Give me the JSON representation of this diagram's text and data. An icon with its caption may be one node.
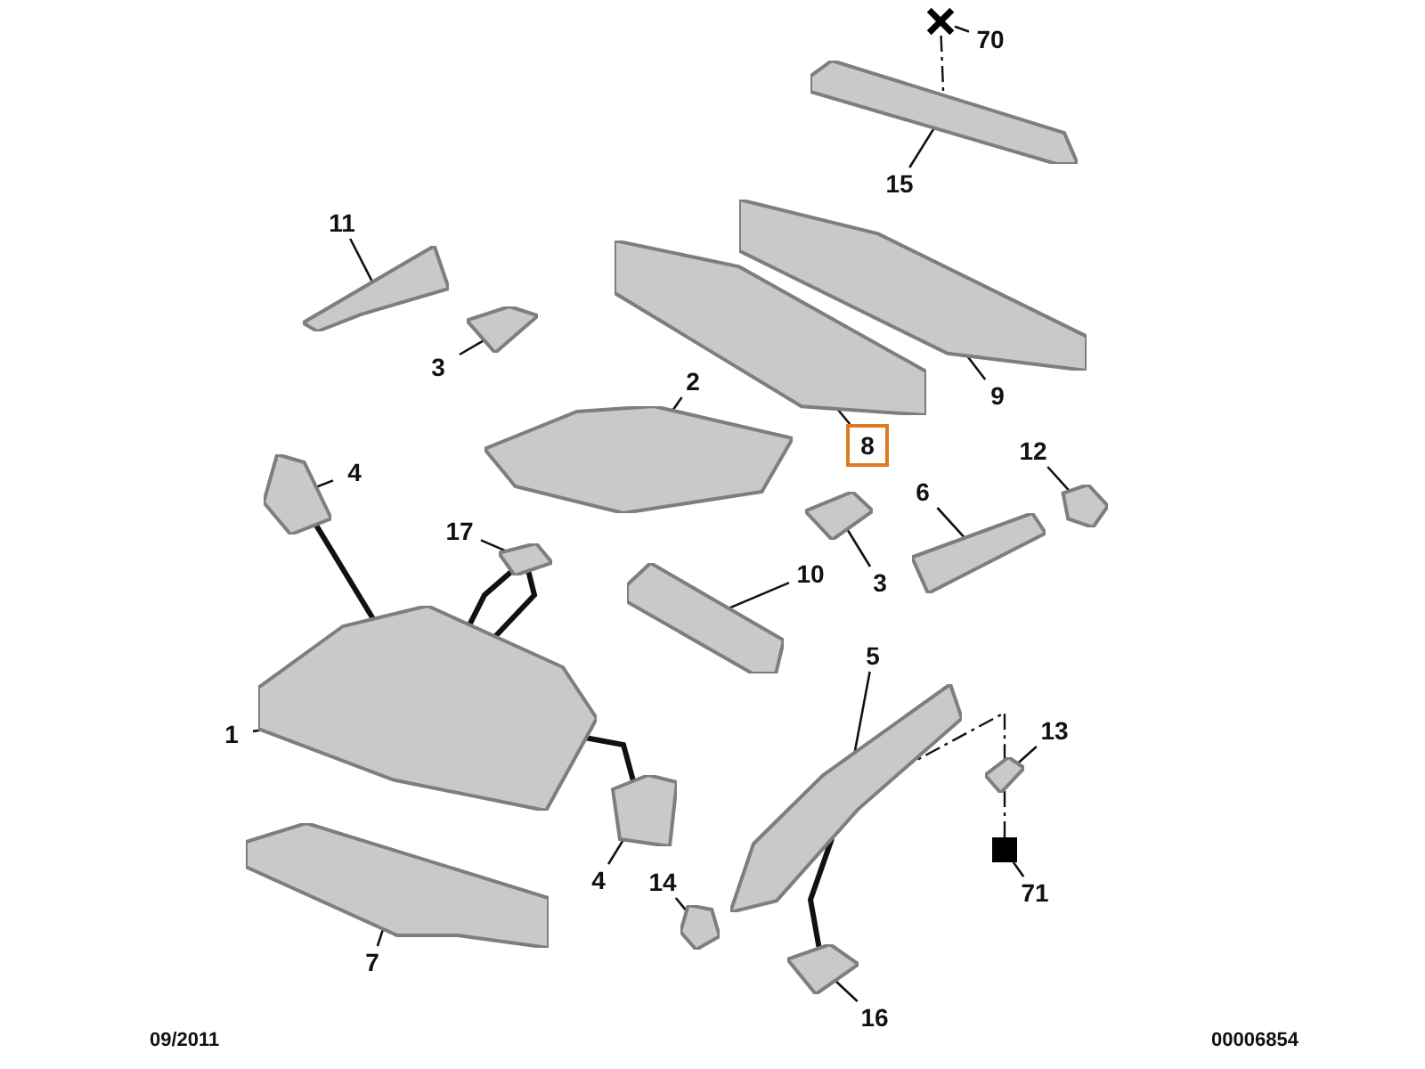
{
  "diagram": {
    "nodes": [
      {
        "text": [
          "70"
        ]
      },
      {
        "text": [],
        "shape": "cross"
      },
      {
        "text": [],
        "shape": "picture"
      },
      {
        "text": [
          "15"
        ]
      },
      {
        "text": [],
        "shape": "picture"
      },
      {
        "text": [
          "9"
        ]
      },
      {
        "text": [],
        "shape": "picture"
      },
      {
        "text": [
          "8"
        ]
      },
      {
        "text": [
          "11"
        ]
      },
      {
        "text": [],
        "shape": "picture"
      },
      {
        "text": [
          "3"
        ]
      },
      {
        "text": [],
        "shape": "picture"
      },
      {
        "text": [
          "2"
        ]
      },
      {
        "text": [],
        "shape": "picture"
      },
      {
        "text": [
          "12"
        ]
      },
      {
        "text": [],
        "shape": "picture"
      },
      {
        "text": [
          "4"
        ]
      },
      {
        "text": [],
        "shape": "picture"
      },
      {
        "text": [
          "17"
        ]
      },
      {
        "text": [],
        "shape": "picture"
      },
      {
        "text": [
          "6"
        ]
      },
      {
        "text": [],
        "shape": "picture"
      },
      {
        "text": [
          "3"
        ]
      },
      {
        "text": [],
        "shape": "picture"
      },
      {
        "text": [
          "10"
        ]
      },
      {
        "text": [],
        "shape": "picture"
      },
      {
        "text": [
          "5"
        ]
      },
      {
        "text": [],
        "shape": "picture"
      },
      {
        "text": [
          "1"
        ]
      },
      {
        "text": [],
        "shape": "picture"
      },
      {
        "text": [
          "13"
        ]
      },
      {
        "text": [],
        "shape": "picture"
      },
      {
        "text": [
          "4"
        ]
      },
      {
        "text": [],
        "shape": "picture"
      },
      {
        "text": [
          "7"
        ]
      },
      {
        "text": [],
        "shape": "picture"
      },
      {
        "text": [
          "14"
        ]
      },
      {
        "text": [],
        "shape": "picture"
      },
      {
        "text": [
          "71"
        ]
      },
      {
        "text": [],
        "shape": "box"
      },
      {
        "text": [
          "16"
        ]
      },
      {
        "text": [],
        "shape": "picture"
      }
    ],
    "edges": [
      {
        "from": 0,
        "to": 1,
        "arrow": "none"
      },
      {
        "from": 1,
        "to": 2,
        "arrow": "none",
        "style": "dashed"
      },
      {
        "from": 3,
        "to": 2,
        "arrow": "none"
      },
      {
        "from": 5,
        "to": 4,
        "arrow": "none"
      },
      {
        "from": 7,
        "to": 6,
        "arrow": "none"
      },
      {
        "from": 8,
        "to": 9,
        "arrow": "none"
      },
      {
        "from": 10,
        "to": 11,
        "arrow": "none"
      },
      {
        "from": 12,
        "to": 13,
        "arrow": "none"
      },
      {
        "from": 14,
        "to": 15,
        "arrow": "none"
      },
      {
        "from": 16,
        "to": 17,
        "arrow": "none"
      },
      {
        "from": 18,
        "to": 19,
        "arrow": "none"
      },
      {
        "from": 20,
        "to": 21,
        "arrow": "none"
      },
      {
        "from": 22,
        "to": 23,
        "arrow": "none"
      },
      {
        "from": 24,
        "to": 25,
        "arrow": "none"
      },
      {
        "from": 26,
        "to": 27,
        "arrow": "none"
      },
      {
        "from": 28,
        "to": 29,
        "arrow": "none"
      },
      {
        "from": 30,
        "to": 31,
        "arrow": "none"
      },
      {
        "from": 32,
        "to": 33,
        "arrow": "none"
      },
      {
        "from": 34,
        "to": 35,
        "arrow": "none"
      },
      {
        "from": 36,
        "to": 37,
        "arrow": "none"
      },
      {
        "from": 38,
        "to": 39,
        "arrow": "none"
      },
      {
        "from": 40,
        "to": 41,
        "arrow": "none"
      },
      {
        "from": 17,
        "to": 29,
        "arrow": "none",
        "style": "thick"
      },
      {
        "from": 19,
        "to": 29,
        "arrow": "none",
        "style": "thick"
      },
      {
        "from": 19,
        "to": 29,
        "arrow": "none",
        "style": "thick"
      },
      {
        "from": 33,
        "to": 29,
        "arrow": "none",
        "style": "thick"
      },
      {
        "from": 41,
        "to": 27,
        "arrow": "none",
        "style": "thick"
      },
      {
        "from": 39,
        "to": 31,
        "arrow": "none",
        "style": "dashed"
      },
      {
        "from": 31,
        "to": 27,
        "arrow": "none",
        "style": "dashed"
      }
    ],
    "labels": [
      "09/2011",
      "00006854"
    ]
  }
}
